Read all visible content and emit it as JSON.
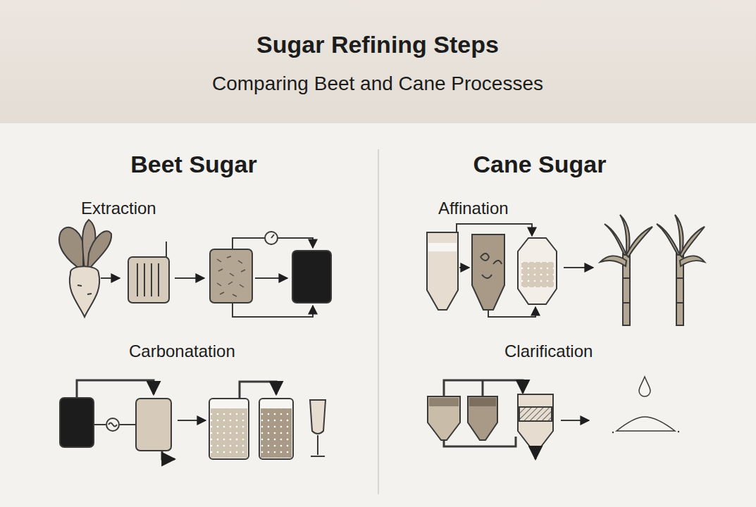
{
  "diagram": {
    "title": "Sugar Refining Steps",
    "labels": [
      "Comparing Beet and Cane Processes",
      "Beet Sugar",
      "Extraction",
      "Carbonatation",
      "Cane Sugar",
      "Affination",
      "Clarification"
    ]
  }
}
